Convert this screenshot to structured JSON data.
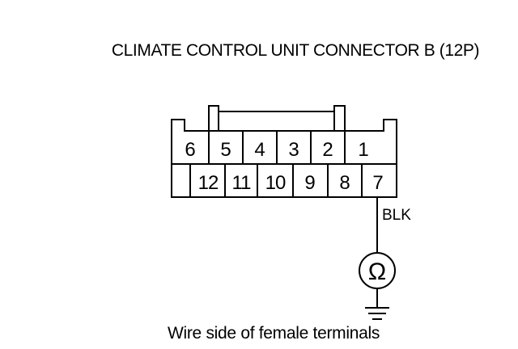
{
  "title": "CLIMATE CONTROL UNIT CONNECTOR B (12P)",
  "connector": {
    "top_row": [
      "6",
      "5",
      "4",
      "3",
      "2",
      "1"
    ],
    "bottom_row": [
      "12",
      "11",
      "10",
      "9",
      "8",
      "7"
    ]
  },
  "wire_color": "BLK",
  "meter_symbol": "Ω",
  "caption": "Wire side of female terminals",
  "colors": {
    "line": "#000000",
    "background": "#ffffff"
  }
}
